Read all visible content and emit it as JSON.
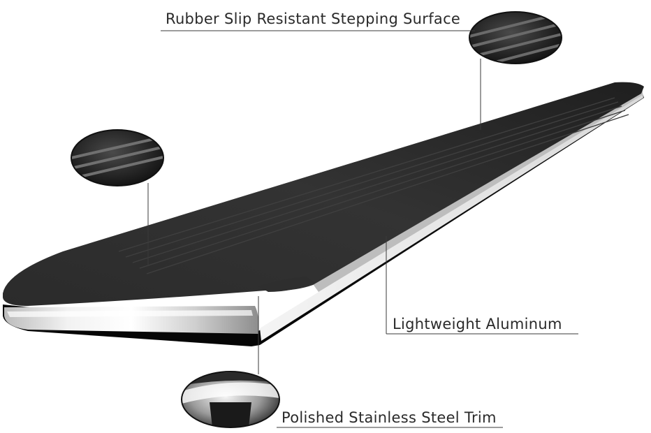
{
  "callouts": {
    "surface": "Rubber Slip Resistant Stepping Surface",
    "aluminum": "Lightweight Aluminum",
    "trim": "Polished Stainless Steel Trim"
  },
  "colors": {
    "board_body": "#1c1c1c",
    "board_top": "#2a2a2a",
    "trim_chrome": "#e6e6e6",
    "leader_line": "#3a3a3a",
    "label_text": "#2a2a2a"
  }
}
